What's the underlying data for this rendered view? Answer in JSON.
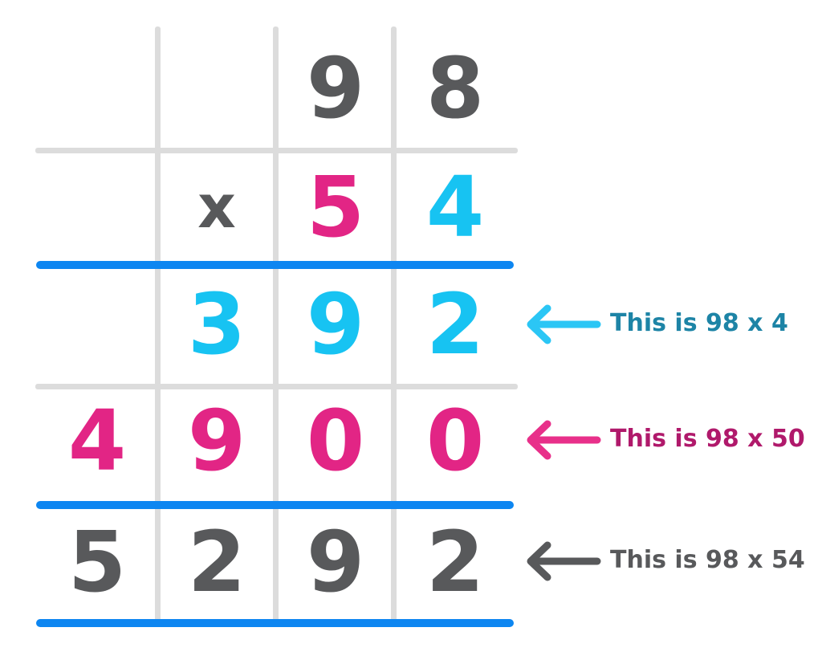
{
  "colors": {
    "gray": "#58595b",
    "pink": "#e22585",
    "cyan": "#17c3f2",
    "blue_line": "#0d86f1",
    "grid_line": "#dcdcdc",
    "teal_text": "#1d84a6",
    "dark_pink_text": "#b0196b"
  },
  "grid": {
    "rows": [
      {
        "name": "multiplicand",
        "cells": [
          {
            "digit": "9",
            "color": "#58595b"
          },
          {
            "digit": "8",
            "color": "#58595b"
          }
        ]
      },
      {
        "name": "multiplier",
        "cells": [
          {
            "digit": "x",
            "color": "#58595b"
          },
          {
            "digit": "5",
            "color": "#e22585"
          },
          {
            "digit": "4",
            "color": "#17c3f2"
          }
        ]
      },
      {
        "name": "partial-product-1",
        "cells": [
          {
            "digit": "3",
            "color": "#17c3f2"
          },
          {
            "digit": "9",
            "color": "#17c3f2"
          },
          {
            "digit": "2",
            "color": "#17c3f2"
          }
        ]
      },
      {
        "name": "partial-product-2",
        "cells": [
          {
            "digit": "4",
            "color": "#e22585"
          },
          {
            "digit": "9",
            "color": "#e22585"
          },
          {
            "digit": "0",
            "color": "#e22585"
          },
          {
            "digit": "0",
            "color": "#e22585"
          }
        ]
      },
      {
        "name": "final-product",
        "cells": [
          {
            "digit": "5",
            "color": "#58595b"
          },
          {
            "digit": "2",
            "color": "#58595b"
          },
          {
            "digit": "9",
            "color": "#58595b"
          },
          {
            "digit": "2",
            "color": "#58595b"
          }
        ]
      }
    ]
  },
  "annotations": [
    {
      "label": "This is 98 x 4",
      "arrow_color": "#2bc6f5",
      "text_color": "#1d84a6"
    },
    {
      "label": "This is 98 x 50",
      "arrow_color": "#e8308a",
      "text_color": "#b0196b"
    },
    {
      "label": "This is 98 x 54",
      "arrow_color": "#58595b",
      "text_color": "#58595b"
    }
  ]
}
